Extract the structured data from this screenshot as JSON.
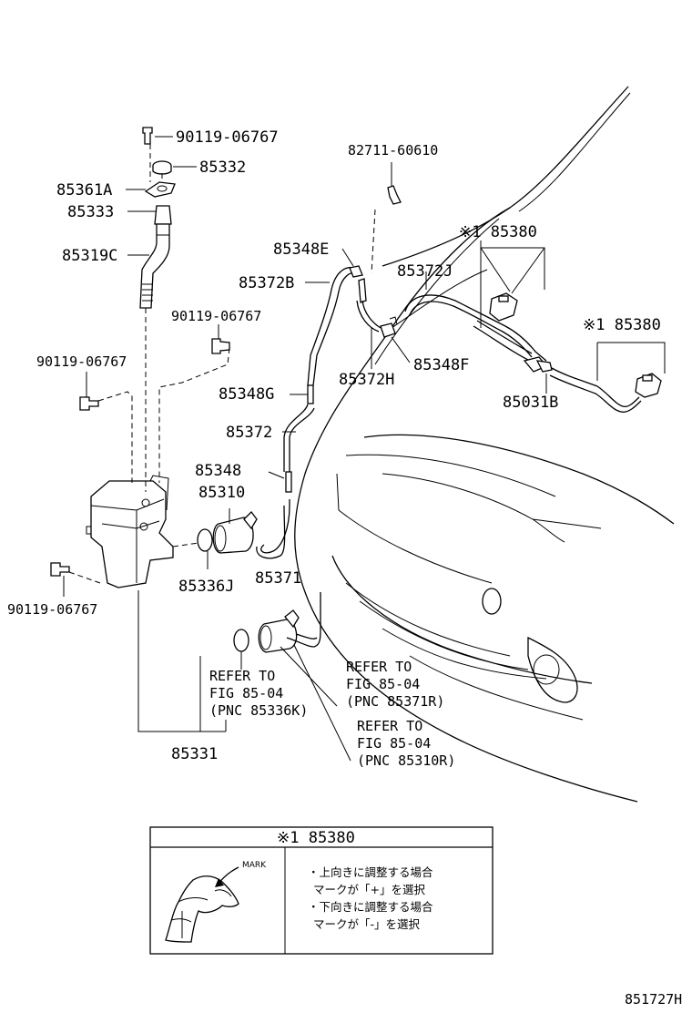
{
  "labels": {
    "p90119_top": "90119-06767",
    "p85332": "85332",
    "p85361A": "85361A",
    "p85333": "85333",
    "p85319C": "85319C",
    "p90119_mid": "90119-06767",
    "p90119_left": "90119-06767",
    "p90119_bottom": "90119-06767",
    "p82711": "82711-60610",
    "p85380_a": "※1 85380",
    "p85380_b": "※1 85380",
    "p85348E": "85348E",
    "p85372B": "85372B",
    "p85372J": "85372J",
    "p85372H": "85372H",
    "p85348F": "85348F",
    "p85031B": "85031B",
    "p85348G": "85348G",
    "p85372": "85372",
    "p85348": "85348",
    "p85310": "85310",
    "p85371": "85371",
    "p85336J": "85336J",
    "p85331": "85331",
    "ref1_l1": "REFER TO",
    "ref1_l2": "FIG 85-04",
    "ref1_l3": "(PNC 85336K)",
    "ref2_l1": "REFER TO",
    "ref2_l2": "FIG 85-04",
    "ref2_l3": "(PNC 85371R)",
    "ref3_l1": "REFER TO",
    "ref3_l2": "FIG 85-04",
    "ref3_l3": "(PNC 85310R)",
    "figure_id": "851727H"
  },
  "note_box": {
    "title": "※1 85380",
    "mark_label": "MARK",
    "line1": "・上向きに調整する場合",
    "line2": "マークが「+」を選択",
    "line3": "・下向きに調整する場合",
    "line4": "マークが「-」を選択"
  }
}
